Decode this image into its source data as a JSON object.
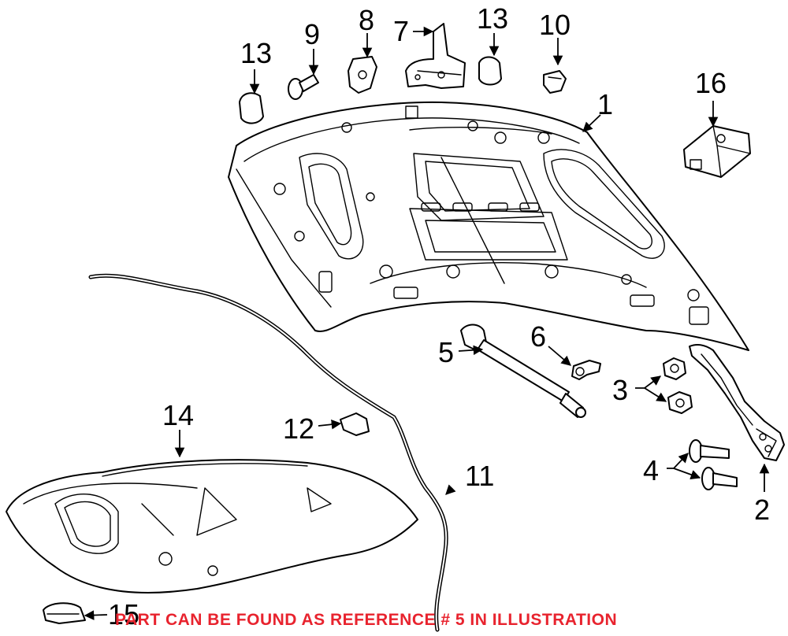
{
  "callouts": {
    "c1": "1",
    "c2": "2",
    "c3": "3",
    "c4": "4",
    "c5": "5",
    "c6": "6",
    "c7": "7",
    "c8": "8",
    "c9": "9",
    "c10": "10",
    "c11": "11",
    "c12": "12",
    "c13a": "13",
    "c13b": "13",
    "c14": "14",
    "c15": "15",
    "c16": "16"
  },
  "footnote": "PART CAN BE FOUND AS REFERENCE # 5 IN ILLUSTRATION",
  "colors": {
    "footnote": "#e8232e",
    "line": "#000000",
    "background": "#ffffff"
  }
}
